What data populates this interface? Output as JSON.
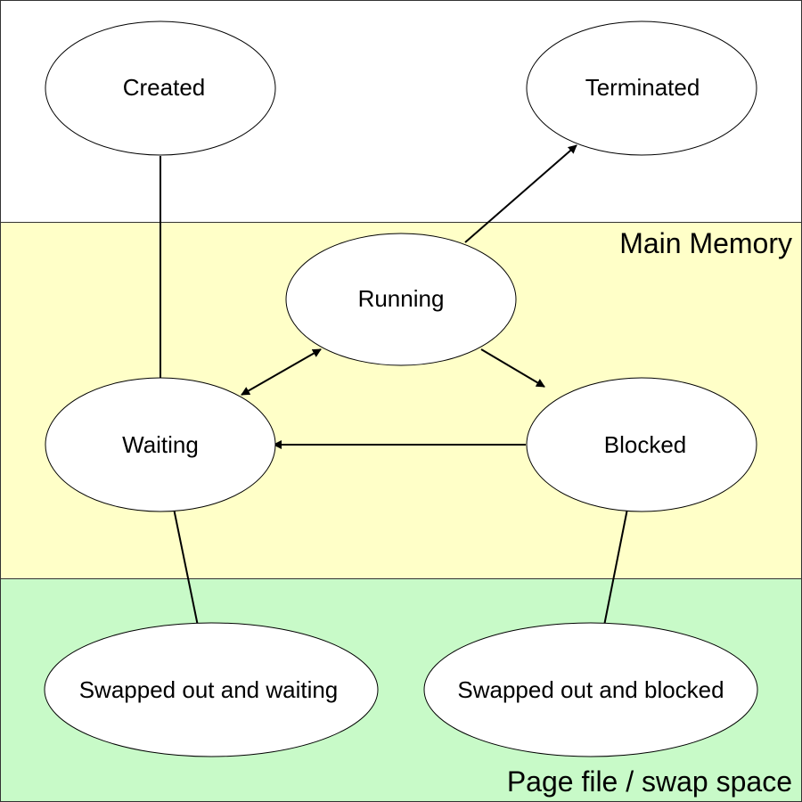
{
  "zones": {
    "top": {
      "color": "#ffffff"
    },
    "main_memory": {
      "label": "Main Memory",
      "color": "#ffffc8"
    },
    "swap": {
      "label": "Page file / swap space",
      "color": "#c8fac8"
    }
  },
  "nodes": {
    "created": "Created",
    "terminated": "Terminated",
    "running": "Running",
    "waiting": "Waiting",
    "blocked": "Blocked",
    "swapped_waiting": "Swapped out and waiting",
    "swapped_blocked": "Swapped out and blocked"
  },
  "edges": [
    {
      "from": "Created",
      "to": "Waiting",
      "direction": "forward"
    },
    {
      "from": "Running",
      "to": "Terminated",
      "direction": "forward"
    },
    {
      "from": "Waiting",
      "to": "Running",
      "direction": "both"
    },
    {
      "from": "Running",
      "to": "Blocked",
      "direction": "forward"
    },
    {
      "from": "Blocked",
      "to": "Waiting",
      "direction": "forward"
    },
    {
      "from": "Waiting",
      "to": "Swapped out and waiting",
      "direction": "both"
    },
    {
      "from": "Blocked",
      "to": "Swapped out and blocked",
      "direction": "both"
    }
  ]
}
